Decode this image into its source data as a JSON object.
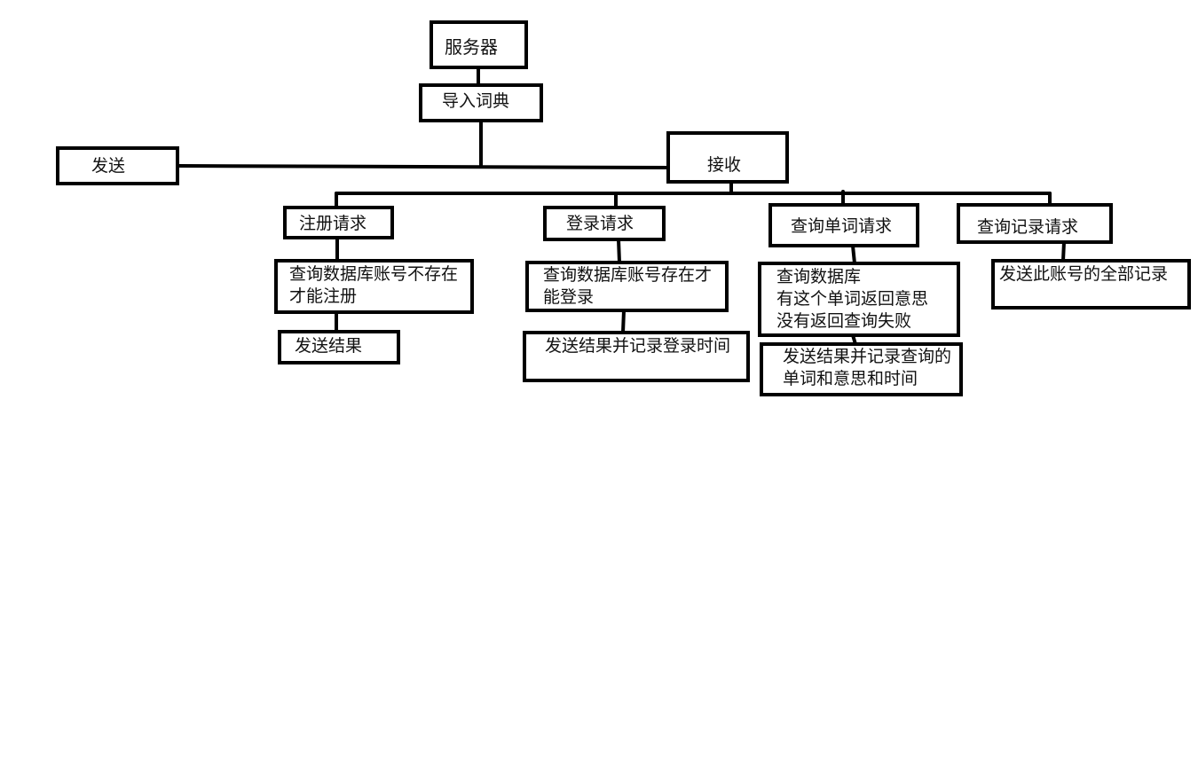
{
  "nodes": {
    "server": "服务器",
    "import_dict": "导入词典",
    "send": "发送",
    "receive": "接收",
    "register_request": "注册请求",
    "login_request": "登录请求",
    "query_word_request": "查询单词请求",
    "query_record_request": "查询记录请求",
    "register_check": "查询数据库账号不存在\n才能注册",
    "register_result": "发送结果",
    "login_check": "查询数据库账号存在才\n能登录",
    "login_result": "发送结果并记录登录时间",
    "query_word_check": "查询数据库\n有这个单词返回意思\n没有返回查询失败",
    "query_word_result": "发送结果并记录查询的\n单词和意思和时间",
    "query_record_result": "发送此账号的全部记录"
  },
  "colors": {
    "stroke": "#000000",
    "background": "#ffffff",
    "text": "#111111"
  }
}
